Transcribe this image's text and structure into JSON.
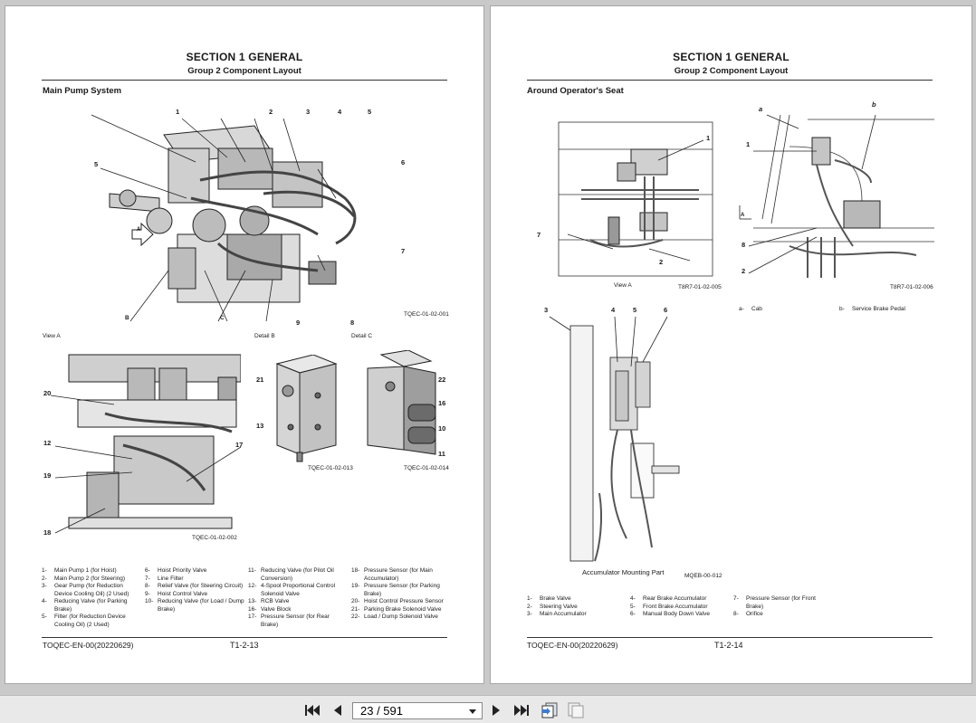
{
  "viewer": {
    "left_page": {
      "section_title": "SECTION 1 GENERAL",
      "group_title": "Group 2 Component Layout",
      "heading": "Main Pump System",
      "fig1_code": "TQEC-01-02-001",
      "fig1_callouts": [
        "1",
        "2",
        "3",
        "4",
        "5",
        "5",
        "6",
        "7",
        "8",
        "9",
        "B",
        "C",
        "A"
      ],
      "view_a_label": "View A",
      "detail_b_label": "Detail B",
      "detail_c_label": "Detail C",
      "fig2_code": "TQEC-01-02-002",
      "fig2_callouts": [
        "20",
        "12",
        "19",
        "18",
        "17"
      ],
      "fig3_code": "TQEC-01-02-013",
      "fig3_callouts": [
        "21",
        "13"
      ],
      "fig4_code": "TQEC-01-02-014",
      "fig4_callouts": [
        "22",
        "16",
        "10",
        "11"
      ],
      "legend": [
        [
          {
            "num": "1-",
            "text": "Main Pump 1 (for Hoist)"
          },
          {
            "num": "2-",
            "text": "Main Pump 2 (for Steering)"
          },
          {
            "num": "3-",
            "text": "Gear Pump (for Reduction Device Cooling Oil) (2 Used)"
          },
          {
            "num": "4-",
            "text": "Reducing Valve (for Parking Brake)"
          },
          {
            "num": "5-",
            "text": "Filter (for Reduction Device Cooling Oil) (2 Used)"
          }
        ],
        [
          {
            "num": "6-",
            "text": "Hoist Priority Valve"
          },
          {
            "num": "7-",
            "text": "Line Filter"
          },
          {
            "num": "8-",
            "text": "Relief Valve (for Steering Circuit)"
          },
          {
            "num": "9-",
            "text": "Hoist Control Valve"
          },
          {
            "num": "10-",
            "text": "Reducing Valve (for Load / Dump Brake)"
          }
        ],
        [
          {
            "num": "11-",
            "text": "Reducing Valve (for Pilot Oil Conversion)"
          },
          {
            "num": "12-",
            "text": "4-Spool Proportional Control Solenoid Valve"
          },
          {
            "num": "13-",
            "text": "RCB Valve"
          },
          {
            "num": "16-",
            "text": "Valve Block"
          },
          {
            "num": "17-",
            "text": "Pressure Sensor (for Rear Brake)"
          }
        ],
        [
          {
            "num": "18-",
            "text": "Pressure Sensor (for Main Accumulator)"
          },
          {
            "num": "19-",
            "text": "Pressure Sensor (for Parking Brake)"
          },
          {
            "num": "20-",
            "text": "Hoist Control Pressure Sensor"
          },
          {
            "num": "21-",
            "text": "Parking Brake Solenoid Valve"
          },
          {
            "num": "22-",
            "text": "Load / Dump Solenoid Valve"
          }
        ]
      ],
      "footer_doc": "TOQEC-EN-00(20220629)",
      "footer_page": "T1-2-13"
    },
    "right_page": {
      "section_title": "SECTION 1 GENERAL",
      "group_title": "Group 2 Component Layout",
      "heading": "Around Operator's Seat",
      "fig1_code": "T8R7-01-02-005",
      "fig1_caption": "View A",
      "fig1_callouts": [
        "1",
        "7",
        "2"
      ],
      "fig2_code": "T8R7-01-02-006",
      "fig2_callouts": [
        "a",
        "b",
        "1",
        "8",
        "2",
        "A"
      ],
      "label_legend": [
        {
          "num": "a-",
          "text": "Cab"
        },
        {
          "num": "b-",
          "text": "Service Brake Pedal"
        }
      ],
      "fig3_callouts": [
        "3",
        "4",
        "5",
        "6"
      ],
      "fig3_caption": "Accumulator Mounting Part",
      "fig3_code": "MQEB-00-012",
      "legend": [
        [
          {
            "num": "1-",
            "text": "Brake Valve"
          },
          {
            "num": "2-",
            "text": "Steering Valve"
          },
          {
            "num": "3-",
            "text": "Main Accumulator"
          }
        ],
        [
          {
            "num": "4-",
            "text": "Rear Brake Accumulator"
          },
          {
            "num": "5-",
            "text": "Front Brake Accumulator"
          },
          {
            "num": "6-",
            "text": "Manual Body Down Valve"
          }
        ],
        [
          {
            "num": "7-",
            "text": "Pressure Sensor (for Front Brake)"
          },
          {
            "num": "8-",
            "text": "Orifice"
          }
        ]
      ],
      "footer_doc": "TOQEC-EN-00(20220629)",
      "footer_page": "T1-2-14"
    }
  },
  "toolbar": {
    "current_page": "23",
    "total_pages": "591",
    "page_display": "23 / 591",
    "icons": [
      "first-page-icon",
      "previous-page-icon",
      "next-page-icon",
      "last-page-icon",
      "single-page-view-icon",
      "two-page-view-icon"
    ]
  }
}
